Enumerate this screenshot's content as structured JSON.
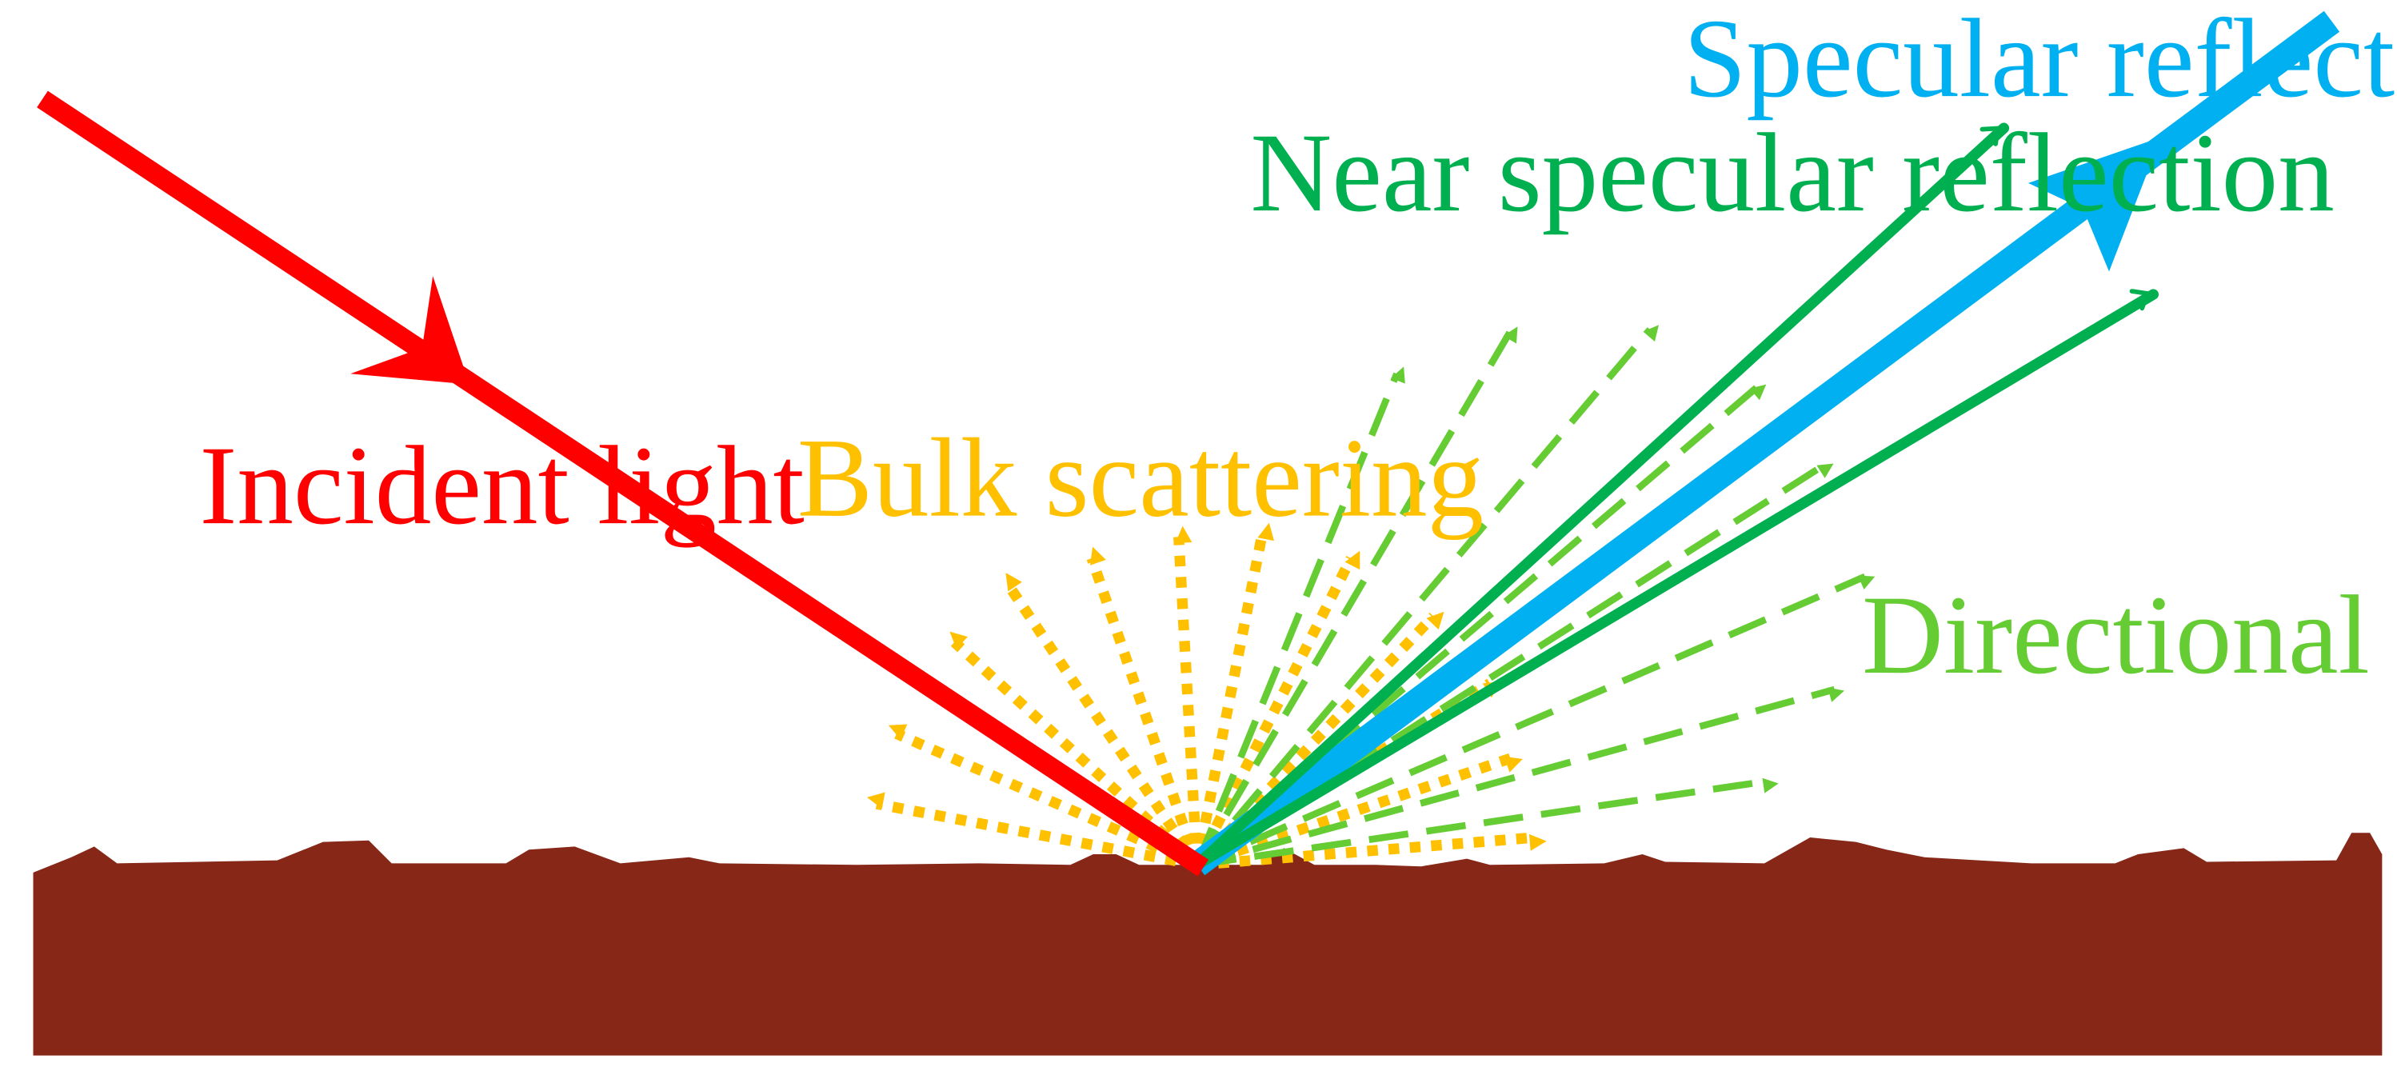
{
  "labels": {
    "incident": "Incident light",
    "bulk": "Bulk scattering",
    "near_specular": "Near specular reflection",
    "specular": "Specular reflection",
    "directional": "Directional diffuse"
  },
  "colors": {
    "incident": "#FF0000",
    "bulk": "#FFC000",
    "near_specular": "#00B050",
    "specular": "#00B0F0",
    "directional": "#66CC33",
    "surface": "#862718",
    "background": "#FFFFFF"
  }
}
